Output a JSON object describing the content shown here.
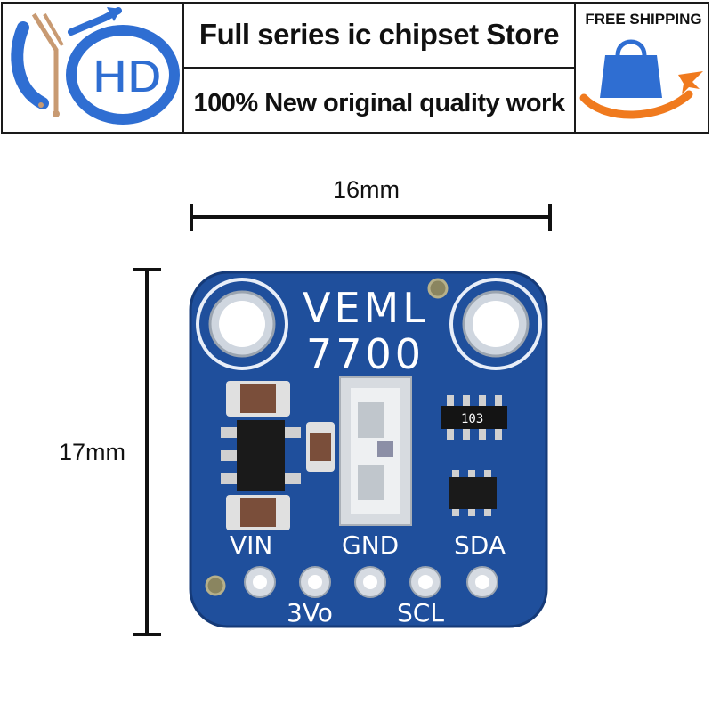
{
  "banner": {
    "store_title": "Full series ic chipset Store",
    "store_subtitle": "100% New original quality work",
    "free_shipping": "FREE SHIPPING",
    "logo_text": "HD"
  },
  "dimensions": {
    "width_label": "16mm",
    "height_label": "17mm"
  },
  "board": {
    "title_line1": "VEML",
    "title_line2": "7700",
    "chip_marking": "103",
    "pins_top": [
      "VIN",
      "GND",
      "SDA"
    ],
    "pins_bottom": [
      "3Vo",
      "SCL"
    ]
  },
  "colors": {
    "pcb_blue": "#1f4f9c",
    "logo_blue": "#2f6ed2",
    "ship_orange": "#f07a1e"
  }
}
